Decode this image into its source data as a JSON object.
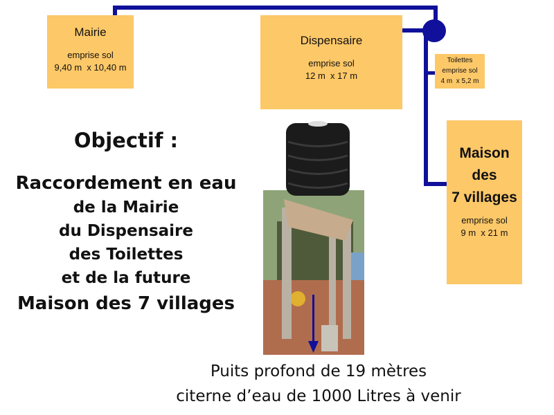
{
  "buildings": {
    "mairie": {
      "name": "Mairie",
      "label": "emprise sol",
      "size": "9,40 m  x 10,40 m"
    },
    "dispensaire": {
      "name": "Dispensaire",
      "label": "emprise sol",
      "size": "12 m  x 17 m"
    },
    "toilettes": {
      "name": "Toilettes",
      "label": "emprise sol",
      "size": "4 m  x 5,2 m"
    },
    "maison": {
      "name_lines": [
        "Maison",
        "des",
        "7 villages"
      ],
      "label": "emprise sol",
      "size": "9 m  x 21 m"
    }
  },
  "objective": {
    "title": "Objectif :",
    "lines": [
      "Raccordement en eau",
      "de la Mairie",
      "du Dispensaire",
      "des Toilettes",
      "et de la future",
      "Maison des 7 villages"
    ]
  },
  "caption": {
    "line1": "Puits profond de 19 mètres",
    "line2": "citerne d’eau de 1000 Litres à venir"
  },
  "colors": {
    "pipe": "#10109a",
    "building": "#fdc868"
  }
}
